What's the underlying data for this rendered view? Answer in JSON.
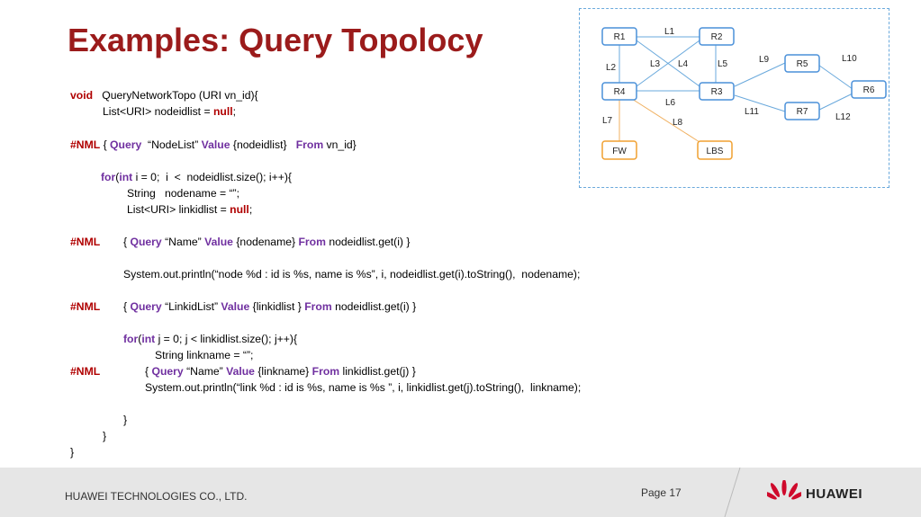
{
  "title": "Examples: Query Topolocy",
  "code": {
    "l1_kw": "void",
    "l1_rest": "QueryNetworkTopo (URI vn_id){",
    "l2_a": "List<URI> nodeidlist = ",
    "l2_null": "null",
    "l2_end": ";",
    "l3_nml": "#NML",
    "l3_a": " { ",
    "l3_query": "Query",
    "l3_b": "  “NodeList” ",
    "l3_value": "Value",
    "l3_c": " {nodeidlist}   ",
    "l3_from": "From",
    "l3_d": " vn_id}",
    "l4_for": "for",
    "l4_a": "(",
    "l4_int": "int",
    "l4_b": " i = 0;  i  <  nodeidlist.size(); i++){",
    "l5": "String   nodename = “”;",
    "l6_a": "List<URI> linkidlist = ",
    "l6_null": "null",
    "l6_end": ";",
    "l7_nml": "#NML",
    "l7_a": "{ ",
    "l7_query": "Query",
    "l7_b": " “Name” ",
    "l7_value": "Value",
    "l7_c": " {nodename} ",
    "l7_from": "From",
    "l7_d": " nodeidlist.get(i) }",
    "l8": "System.out.println(“node %d : id is %s, name is %s”, i, nodeidlist.get(i).toString(),  nodename);",
    "l9_nml": "#NML",
    "l9_a": "{ ",
    "l9_query": "Query",
    "l9_b": " “LinkidList” ",
    "l9_value": "Value",
    "l9_c": " {linkidlist } ",
    "l9_from": "From",
    "l9_d": " nodeidlist.get(i) }",
    "l10_for": "for",
    "l10_a": "(",
    "l10_int": "int",
    "l10_b": " j = 0; j < linkidlist.size(); j++){",
    "l11": "String linkname = “”;",
    "l12_nml": "#NML",
    "l12_a": "{ ",
    "l12_query": "Query",
    "l12_b": " “Name” ",
    "l12_value": "Value",
    "l12_c": " {linkname} ",
    "l12_from": "From",
    "l12_d": " linkidlist.get(j) }",
    "l13": "System.out.println(“link %d : id is %s, name is %s ”, i, linkidlist.get(j).toString(),  linkname);",
    "close1": "}",
    "close2": "}",
    "close3": "}"
  },
  "topology": {
    "nodes": [
      "R1",
      "R2",
      "R4",
      "R3",
      "R5",
      "R6",
      "R7",
      "FW",
      "LBS"
    ],
    "links": [
      "L1",
      "L2",
      "L3",
      "L4",
      "L5",
      "L6",
      "L7",
      "L8",
      "L9",
      "L10",
      "L11",
      "L12"
    ]
  },
  "colors": {
    "title": "#9b1b1b",
    "keyword": "#7030a0",
    "null": "#b00000",
    "router_border": "#4a90d9",
    "service_border": "#f0a030"
  },
  "footer": {
    "company": "HUAWEI TECHNOLOGIES CO., LTD.",
    "page": "Page 17",
    "logo": "HUAWEI"
  }
}
